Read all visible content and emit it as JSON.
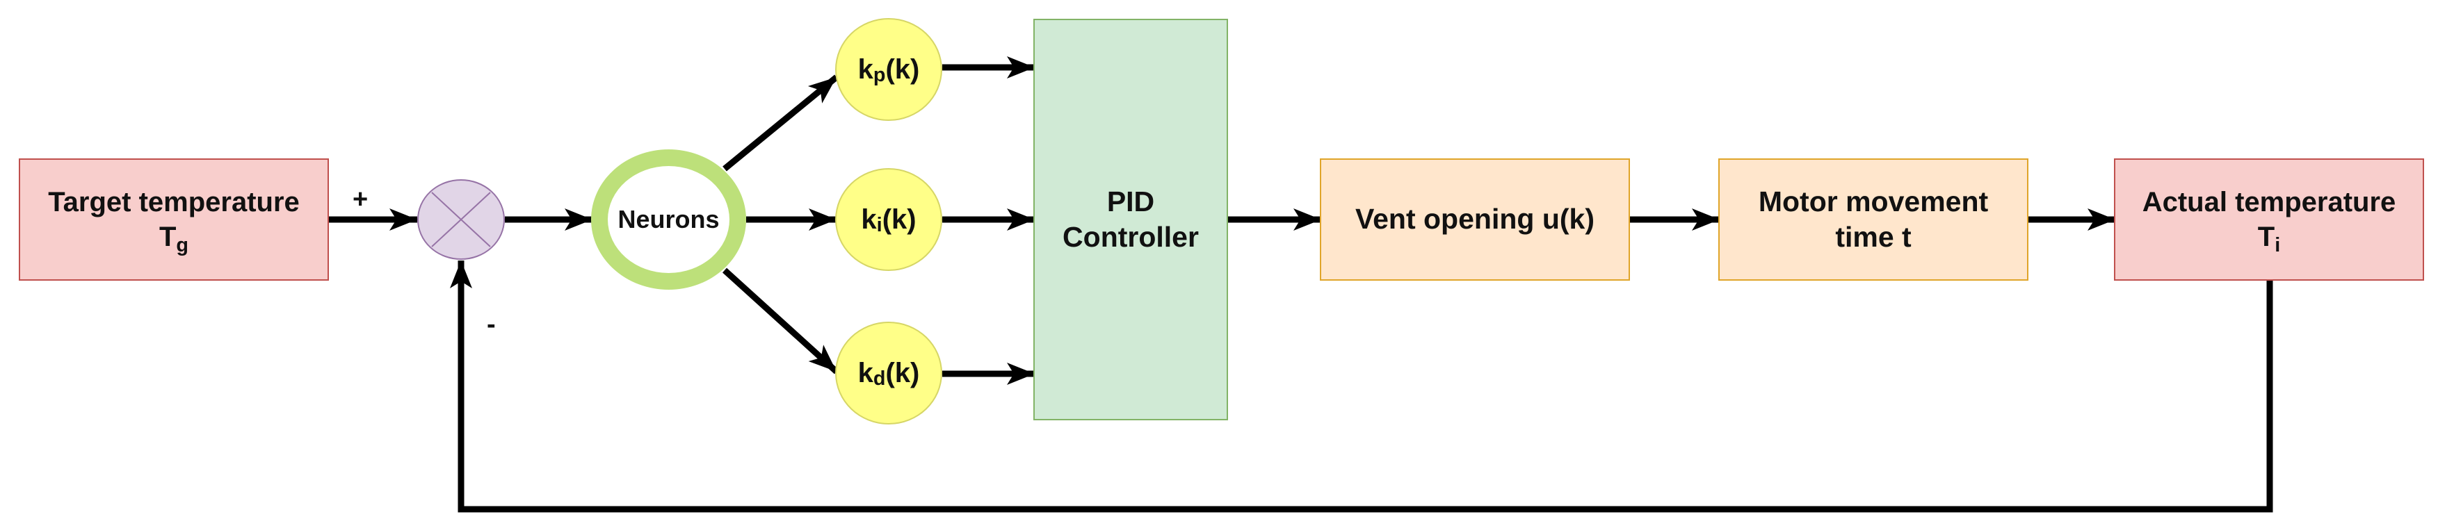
{
  "blocks": {
    "target": {
      "label": "Target temperature",
      "symbol": "T",
      "subscript": "g"
    },
    "neurons": {
      "label": "Neurons"
    },
    "kp": {
      "base": "k",
      "subscript": "p",
      "suffix": "(k)"
    },
    "ki": {
      "base": "k",
      "subscript": "i",
      "suffix": "(k)"
    },
    "kd": {
      "base": "k",
      "subscript": "d",
      "suffix": "(k)"
    },
    "pid": {
      "line1": "PID",
      "line2": "Controller"
    },
    "vent": {
      "label": "Vent opening u(k)"
    },
    "motor": {
      "line1": "Motor movement",
      "line2": "time t"
    },
    "actual": {
      "label": "Actual temperature",
      "symbol": "T",
      "subscript": "i"
    }
  },
  "summing_junction": {
    "plus_sign": "+",
    "minus_sign": "-"
  },
  "colors": {
    "target_fill": "#f8cecc",
    "target_border": "#c0504d",
    "sum_fill": "#e1d5e7",
    "sum_border": "#9673a6",
    "neuron_ring": "#bde07a",
    "gain_fill": "#ffff88",
    "gain_border": "#d6d666",
    "pid_fill": "#d0ead5",
    "pid_border": "#82b366",
    "vent_fill": "#ffe6cc",
    "vent_border": "#e0a52a",
    "arrow": "#000000"
  }
}
